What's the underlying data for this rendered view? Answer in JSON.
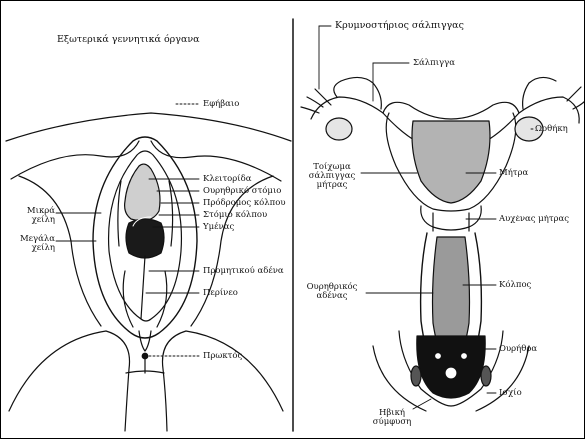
{
  "external": {
    "title": "Εξωτερικά γεννητικά όργανα",
    "labels": {
      "mons": "Εφήβαιο",
      "clitoris": "Κλειτορίδα",
      "urethral_opening": "Ουρηθρικό στόμιο",
      "vestibule": "Πρόδρομος κόλπου",
      "vaginal_opening": "Στόμιο κόλπου",
      "hymen": "Υμένας",
      "bartholin": "Προμητικού αδένα",
      "perineum": "Περίνεο",
      "anus": "Πρωκτός",
      "labia_minora": "Μικρά χείλη",
      "labia_majora": "Μεγάλα χείλη"
    }
  },
  "internal": {
    "title": "Κρυμνοστήριος σάλπιγγας",
    "labels": {
      "fallopian": "Σάλπιγγα",
      "ovary": "Ωοθήκη",
      "uterus_body": "Μήτρα",
      "tube_wall": "Τοίχωμα σάλπιγγας μήτρας",
      "cervix": "Αυχένας μήτρας",
      "vagina": "Κόλπος",
      "vaginal_wall": "Ουρηθρικός αδένας",
      "urethra": "Ουρήθρα",
      "bladder": "Ισχίο",
      "pubic": "Ηβική σύμφυση"
    }
  }
}
